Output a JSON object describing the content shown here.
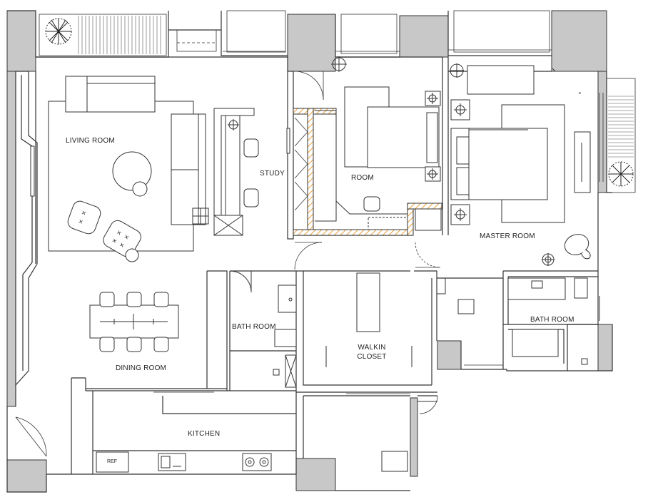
{
  "plan": {
    "rooms": {
      "living_room": "LIVING ROOM",
      "study": "STUDY",
      "room": "ROOM",
      "master_room": "MASTER ROOM",
      "dining_room": "DINING ROOM",
      "bath_room_left": "BATH ROOM",
      "bath_room_right": "BATH ROOM",
      "walkin_closet_line1": "WALKIN",
      "walkin_closet_line2": "CLOSET",
      "kitchen": "KITCHEN"
    },
    "fixtures": {
      "ref": "REF"
    }
  },
  "colors": {
    "wall_fill": "#c8c8c8",
    "line": "#333333",
    "hatch": "#e9a23b",
    "plant": "#222222"
  }
}
